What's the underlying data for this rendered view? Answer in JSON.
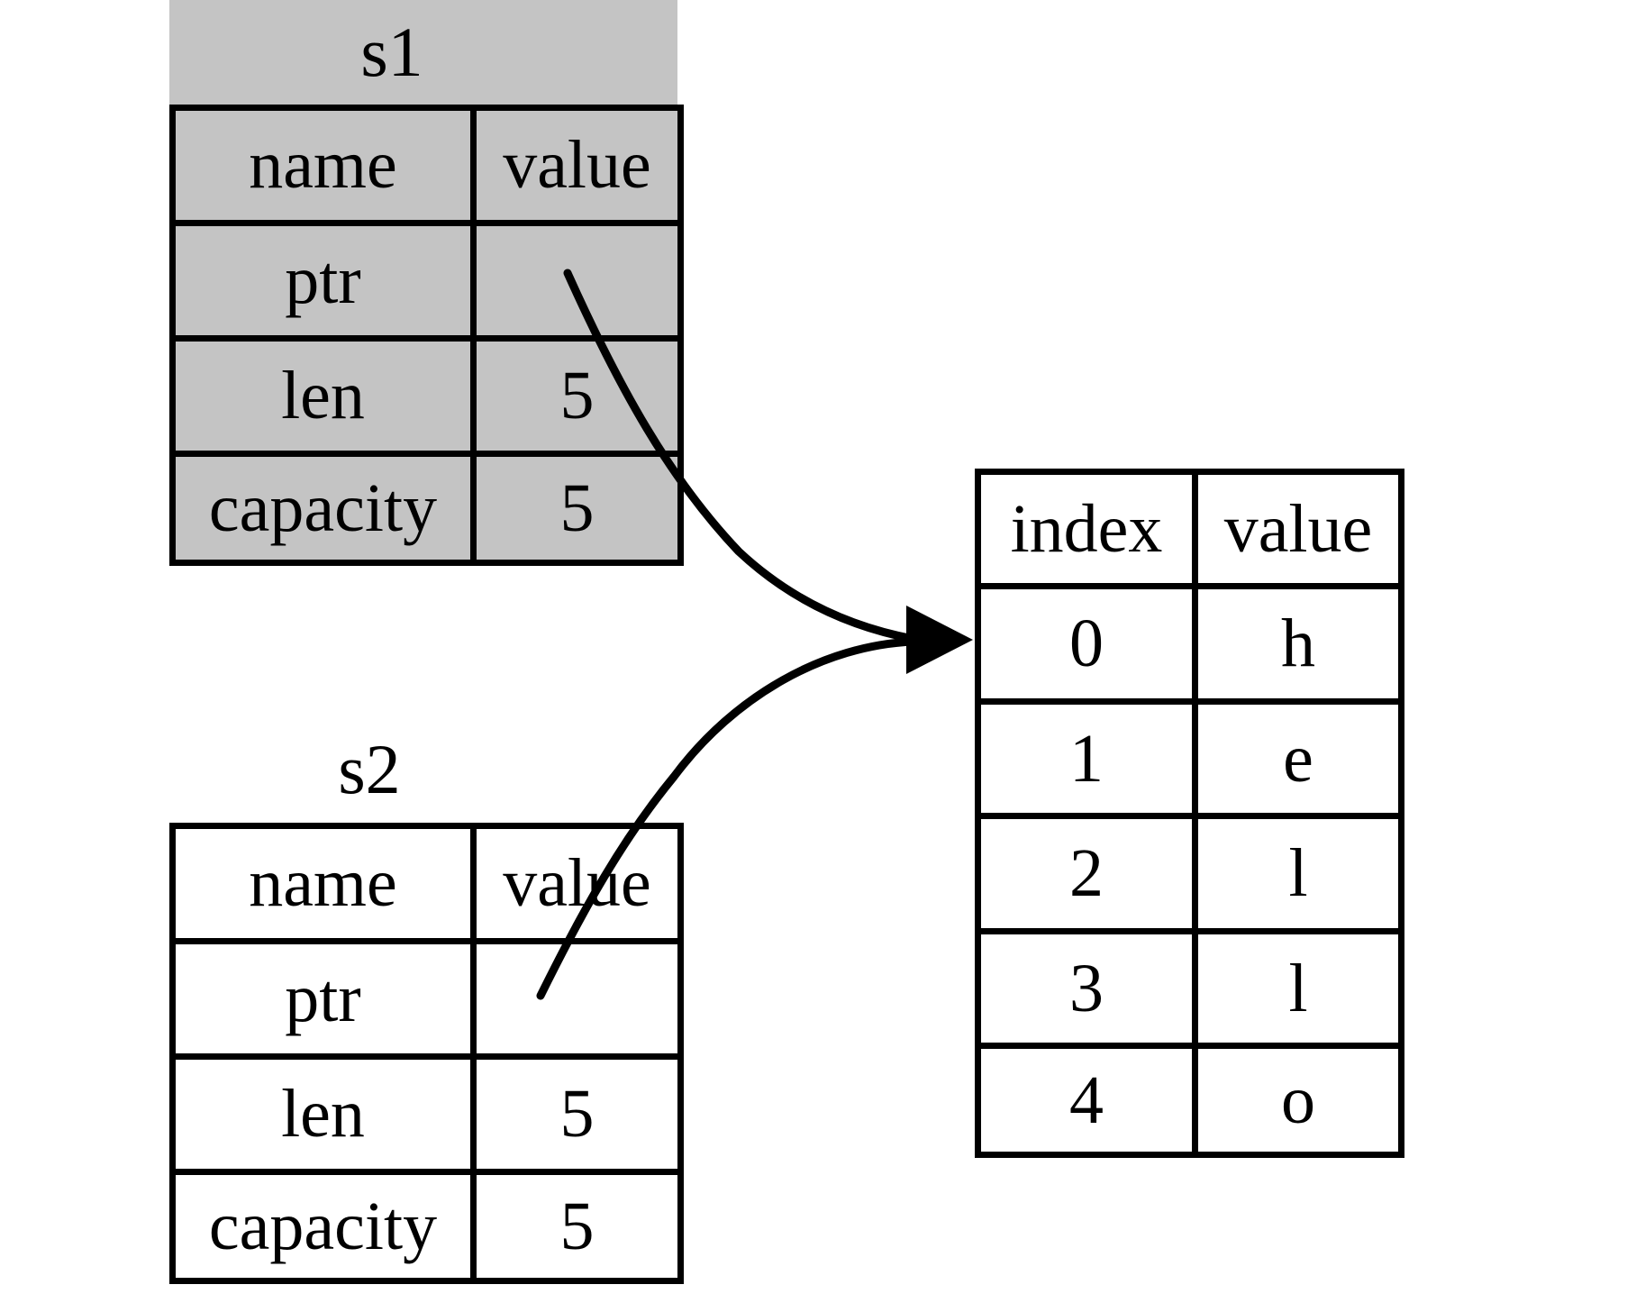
{
  "diagram": {
    "description": "Two String stack structs s1 and s2 pointing to the same heap buffer"
  },
  "s1": {
    "title": "s1",
    "headers": [
      "name",
      "value"
    ],
    "rows": [
      [
        "ptr",
        ""
      ],
      [
        "len",
        "5"
      ],
      [
        "capacity",
        "5"
      ]
    ]
  },
  "s2": {
    "title": "s2",
    "headers": [
      "name",
      "value"
    ],
    "rows": [
      [
        "ptr",
        ""
      ],
      [
        "len",
        "5"
      ],
      [
        "capacity",
        "5"
      ]
    ]
  },
  "heap": {
    "headers": [
      "index",
      "value"
    ],
    "rows": [
      [
        "0",
        "h"
      ],
      [
        "1",
        "e"
      ],
      [
        "2",
        "l"
      ],
      [
        "3",
        "l"
      ],
      [
        "4",
        "o"
      ]
    ]
  },
  "colors": {
    "s1_fill": "#c4c4c4",
    "line": "#000000",
    "background": "#ffffff"
  }
}
